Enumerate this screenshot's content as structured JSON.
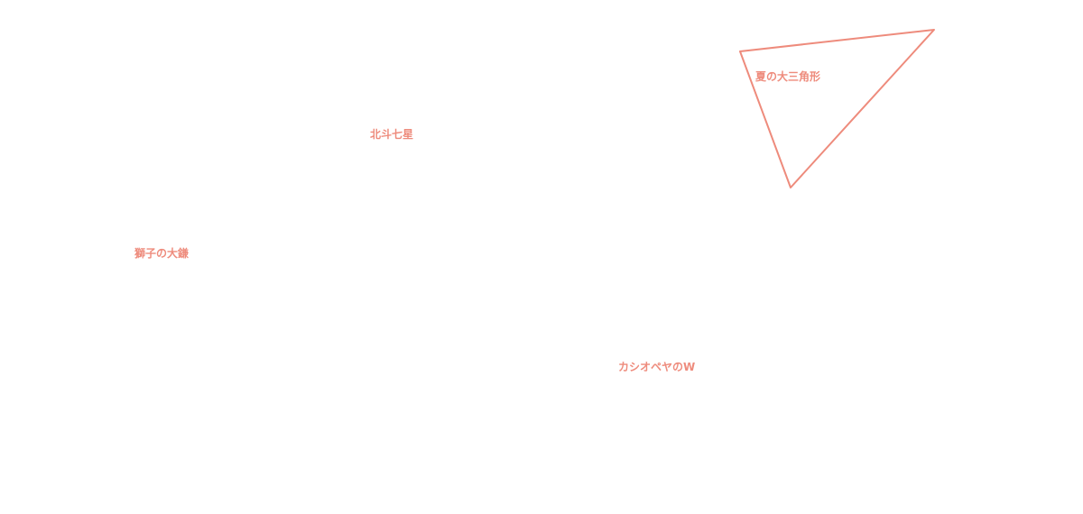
{
  "colors": {
    "line": "#ee8b7c",
    "label": "#ee8b7c",
    "background": "#ffffff"
  },
  "asterisms": [
    {
      "label": "夏の大三角形",
      "shape": "triangle"
    },
    {
      "label": "北斗七星"
    },
    {
      "label": "獅子の大鎌"
    },
    {
      "label": "カシオペヤのW"
    }
  ]
}
